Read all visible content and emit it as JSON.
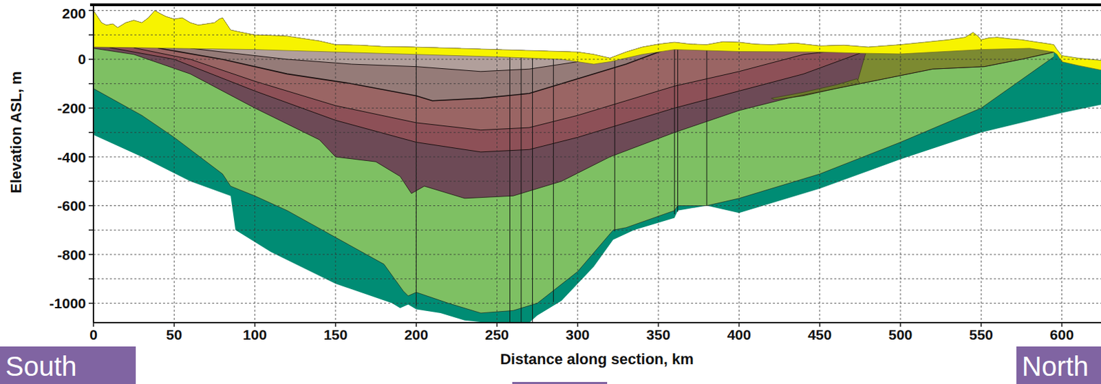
{
  "diagram": {
    "nodes": [
      {
        "text": [
          "South"
        ]
      },
      {
        "text": [
          "North"
        ]
      }
    ],
    "labels": [
      "200",
      "0",
      "-200",
      "-400",
      "-600",
      "-800",
      "-1000",
      "0",
      "50",
      "100",
      "150",
      "200",
      "250",
      "300",
      "350",
      "400",
      "450",
      "500",
      "550",
      "600",
      "Elevation ASL, m",
      "Distance along section, km"
    ]
  }
}
